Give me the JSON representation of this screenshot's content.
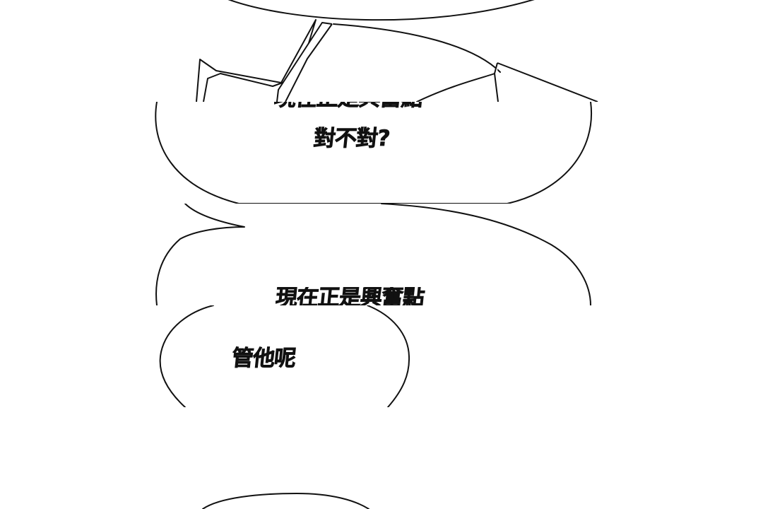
{
  "panels": [
    {
      "id": "panel-1"
    },
    {
      "id": "panel-2",
      "dialogue": {
        "cut_line": "現在正是興奮點",
        "line2": "對不對?"
      }
    },
    {
      "id": "panel-3",
      "dialogue": {
        "cut_line": "現在正是興奮點"
      }
    },
    {
      "id": "panel-4",
      "dialogue": {
        "line1": "管他呢"
      }
    },
    {
      "id": "panel-5"
    }
  ]
}
